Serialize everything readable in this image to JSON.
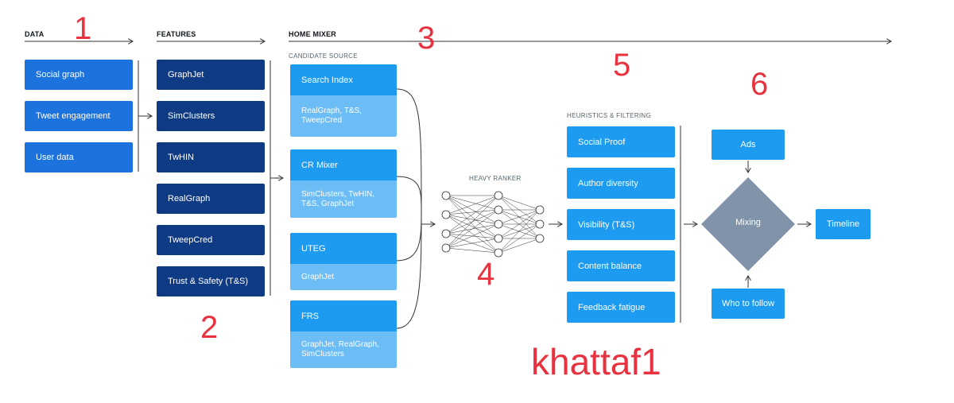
{
  "sections": {
    "data": "DATA",
    "features": "FEATURES",
    "home_mixer": "HOME MIXER",
    "candidate_source": "CANDIDATE SOURCE",
    "heavy_ranker": "HEAVY RANKER",
    "heuristics": "HEURISTICS & FILTERING"
  },
  "data_items": [
    "Social graph",
    "Tweet engagement",
    "User data"
  ],
  "features": [
    "GraphJet",
    "SimClusters",
    "TwHIN",
    "RealGraph",
    "TweepCred",
    "Trust & Safety (T&S)"
  ],
  "candidate_sources": [
    {
      "name": "Search Index",
      "detail": "RealGraph, T&S, TweepCred"
    },
    {
      "name": "CR Mixer",
      "detail": "SimClusters, TwHIN, T&S, GraphJet"
    },
    {
      "name": "UTEG",
      "detail": "GraphJet"
    },
    {
      "name": "FRS",
      "detail": "GraphJet, RealGraph, SimClusters"
    }
  ],
  "heuristics": [
    "Social Proof",
    "Author diversity",
    "Visibility (T&S)",
    "Content balance",
    "Feedback fatigue"
  ],
  "mixing": {
    "ads": "Ads",
    "mixing": "Mixing",
    "who_to_follow": "Who to follow",
    "timeline": "Timeline"
  },
  "annotations": {
    "n1": "1",
    "n2": "2",
    "n3": "3",
    "n4": "4",
    "n5": "5",
    "n6": "6",
    "watermark": "khattaf1"
  },
  "colors": {
    "blue": "#1d73dd",
    "navy": "#0e3b83",
    "sky": "#1d9bf0",
    "sky_light": "#6cbcf5",
    "mixing": "#8193a8",
    "annotation_red": "#e8323f"
  }
}
